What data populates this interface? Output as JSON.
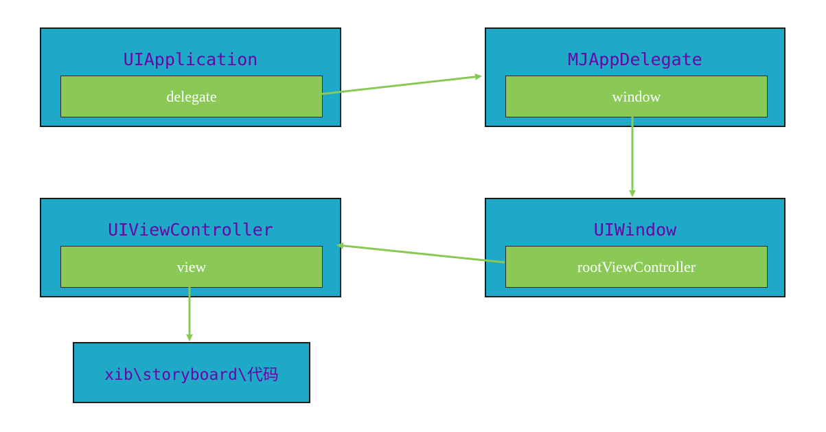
{
  "boxes": {
    "uiapplication": {
      "title": "UIApplication",
      "field": "delegate"
    },
    "mjappdelegate": {
      "title": "MJAppDelegate",
      "field": "window"
    },
    "uiviewcontroller": {
      "title": "UIViewController",
      "field": "view"
    },
    "uiwindow": {
      "title": "UIWindow",
      "field": "rootViewController"
    },
    "source": {
      "title": "xib\\storyboard\\代码"
    }
  },
  "colors": {
    "box_fill": "#1fa9c9",
    "field_fill": "#8ac955",
    "title_text": "#6a06a8",
    "field_text": "#ffffff",
    "arrow": "#8ac955"
  }
}
